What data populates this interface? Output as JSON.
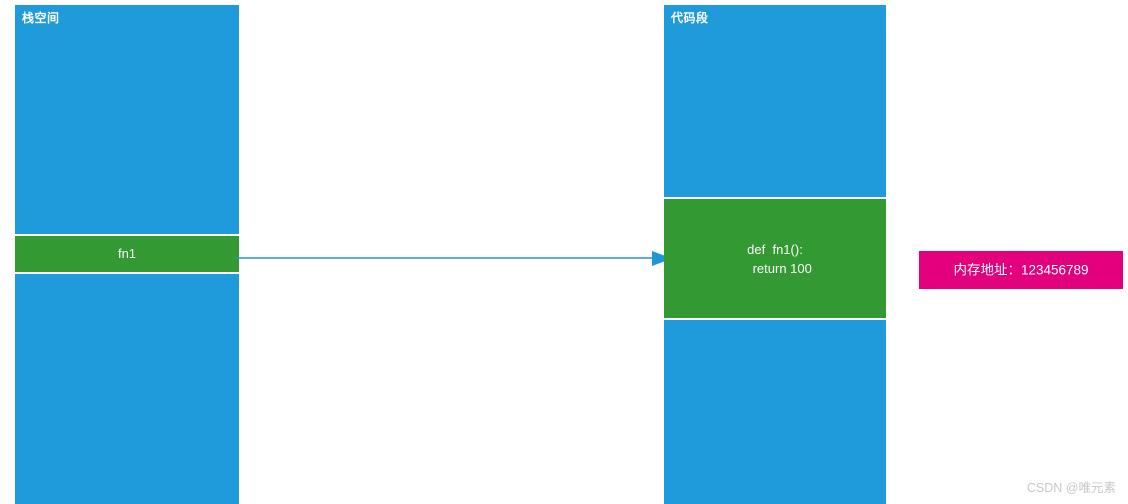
{
  "diagram": {
    "stack": {
      "title": "栈空间",
      "segments": [
        {
          "name": "upper-free",
          "kind": "blue",
          "label": ""
        },
        {
          "name": "fn1-frame",
          "kind": "green",
          "label": "fn1"
        },
        {
          "name": "lower-free",
          "kind": "blue",
          "label": ""
        }
      ]
    },
    "code_segment": {
      "title": "代码段",
      "segments": [
        {
          "name": "upper-area",
          "kind": "blue",
          "label": ""
        },
        {
          "name": "fn1-definition",
          "kind": "green",
          "label": "def  fn1():\n    return 100"
        },
        {
          "name": "lower-area",
          "kind": "blue",
          "label": ""
        }
      ]
    },
    "memory_address_box": {
      "label": "内存地址：123456789"
    },
    "connector": {
      "from": "fn1",
      "to": "def  fn1():",
      "color": "#2196d6"
    }
  },
  "colors": {
    "blue": "#1f9ada",
    "green": "#339933",
    "pink": "#e2007d",
    "arrow": "#2196d6",
    "watermark": "#c8c8c8"
  },
  "watermark": {
    "text": "CSDN @唯元素"
  }
}
